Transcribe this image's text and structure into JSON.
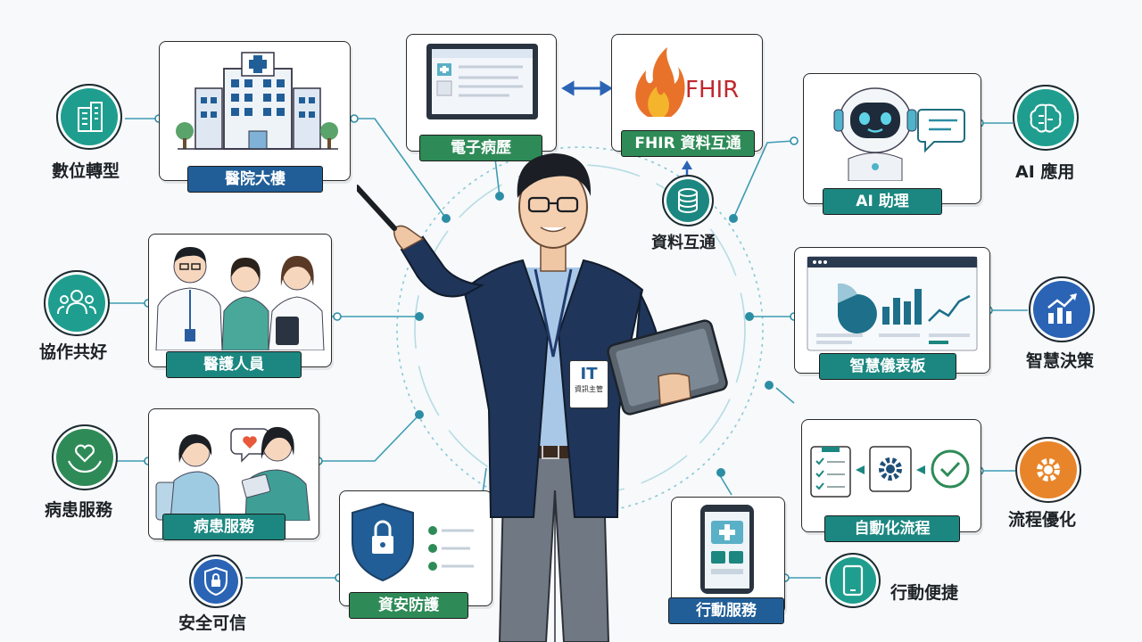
{
  "cards": {
    "hospital": "醫院大樓",
    "emr": "電子病歷",
    "fhir": "FHIR 資料互通",
    "fhir_logo": "FHIR",
    "ai_assistant": "AI 助理",
    "medical_staff": "醫護人員",
    "dashboard": "智慧儀表板",
    "patient_service": "病患服務",
    "security": "資安防護",
    "automation": "自動化流程",
    "mobile": "行動服務"
  },
  "outer_labels": {
    "digital": "數位轉型",
    "collaboration": "協作共好",
    "patient_care": "病患服務",
    "trust": "安全可信",
    "ai_apps": "AI 應用",
    "smart_decision": "智慧決策",
    "process": "流程優化",
    "mobile_convenience": "行動便捷"
  },
  "center": {
    "data_exchange": "資料互通",
    "badge_title": "IT",
    "badge_sub": "資訊主管"
  },
  "colors": {
    "tag_blue": "#215e97",
    "tag_teal": "#1b8780",
    "tag_green": "#2e8b57",
    "accent_teal": "#1f9e8f",
    "accent_orange": "#e8852a",
    "accent_blue": "#2b64b5"
  },
  "icons": [
    "building-icon",
    "people-icon",
    "heart-hands-icon",
    "shield-lock-icon",
    "brain-icon",
    "chart-up-icon",
    "gear-icon",
    "phone-icon",
    "database-icon"
  ]
}
